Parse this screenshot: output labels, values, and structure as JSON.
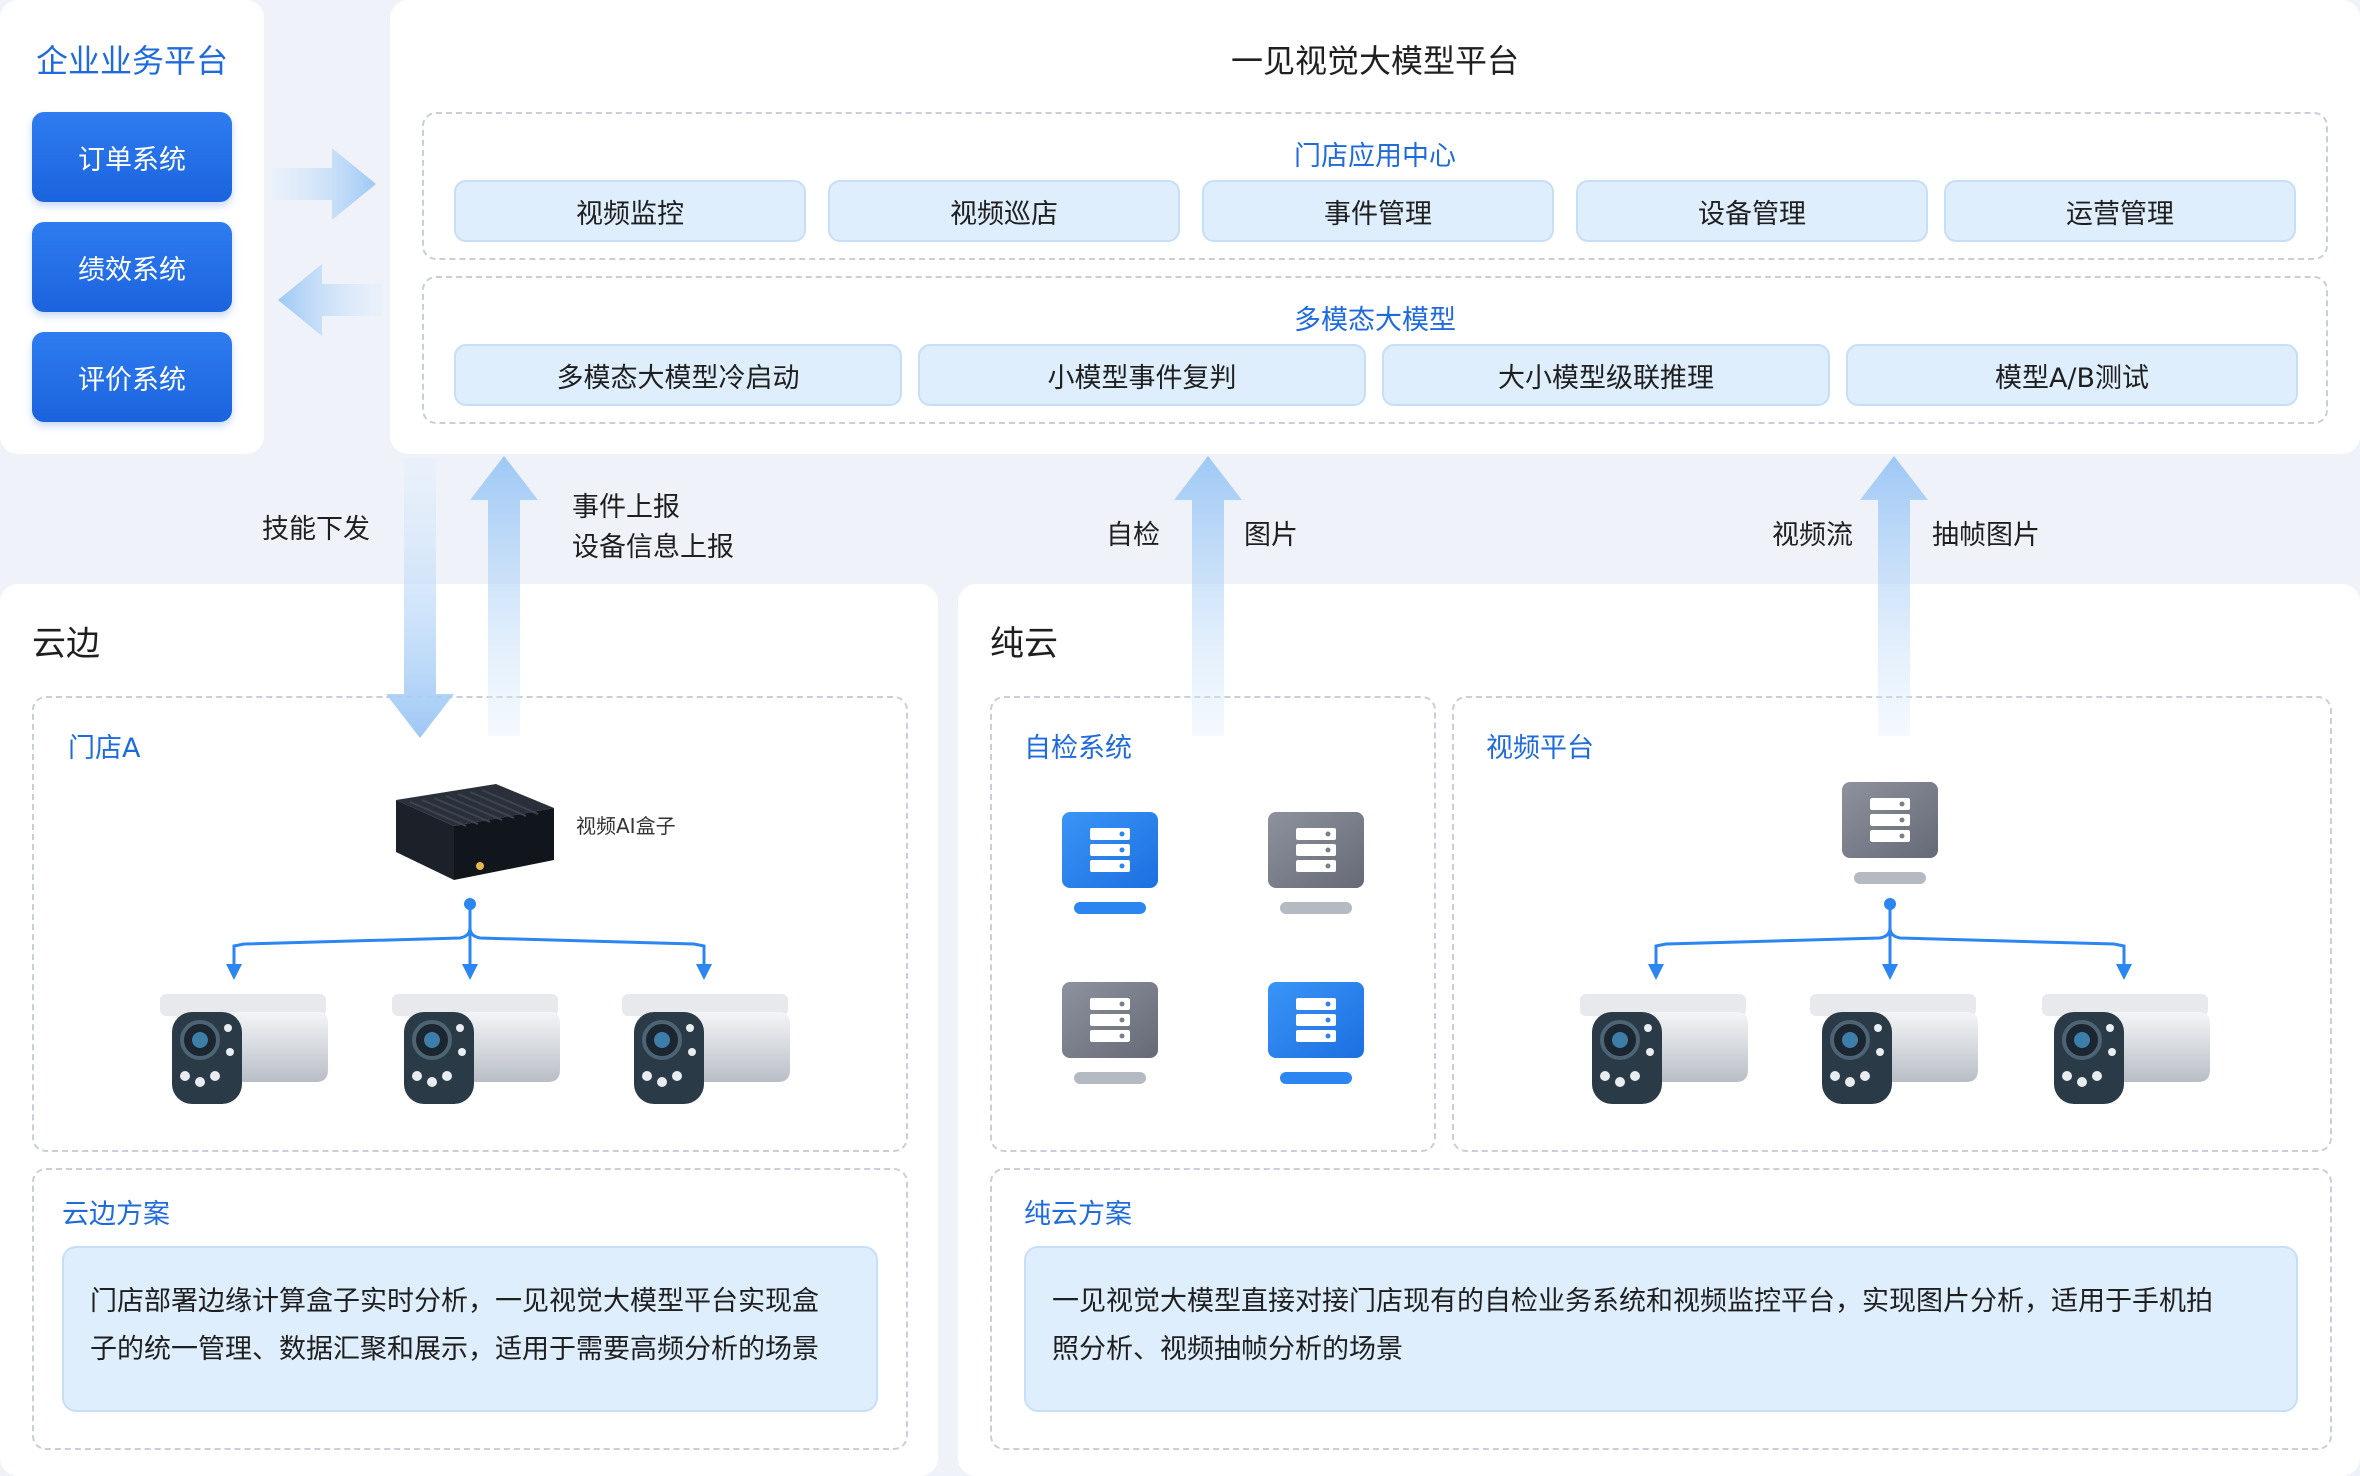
{
  "enterprise": {
    "title": "企业业务平台",
    "items": [
      "订单系统",
      "绩效系统",
      "评价系统"
    ]
  },
  "platform": {
    "title": "一见视觉大模型平台",
    "store_app": {
      "title": "门店应用中心",
      "items": [
        "视频监控",
        "视频巡店",
        "事件管理",
        "设备管理",
        "运营管理"
      ]
    },
    "multimodal": {
      "title": "多模态大模型",
      "items": [
        "多模态大模型冷启动",
        "小模型事件复判",
        "大小模型级联推理",
        "模型A/B测试"
      ]
    }
  },
  "flows": {
    "skill_down": "技能下发",
    "event_up_1": "事件上报",
    "event_up_2": "设备信息上报",
    "self_check": "自检",
    "image": "图片",
    "video_stream": "视频流",
    "frame_image": "抽帧图片"
  },
  "cloud_edge": {
    "title": "云边",
    "store": "门店A",
    "ai_box": "视频AI盒子",
    "solution_title": "云边方案",
    "solution_desc_1": "门店部署边缘计算盒子实时分析，一见视觉大模型平台实现盒",
    "solution_desc_2": "子的统一管理、数据汇聚和展示，适用于需要高频分析的场景"
  },
  "pure_cloud": {
    "title": "纯云",
    "self_check_system": "自检系统",
    "video_platform": "视频平台",
    "solution_title": "纯云方案",
    "solution_desc_1": "一见视觉大模型直接对接门店现有的自检业务系统和视频监控平台，实现图片分析，适用于手机拍",
    "solution_desc_2": "照分析、视频抽帧分析的场景"
  },
  "colors": {
    "accent": "#1f6bdc",
    "server_blue": "#2b86f2",
    "server_gray": "#7a7f8c",
    "arrow": "#a9cdf6"
  }
}
